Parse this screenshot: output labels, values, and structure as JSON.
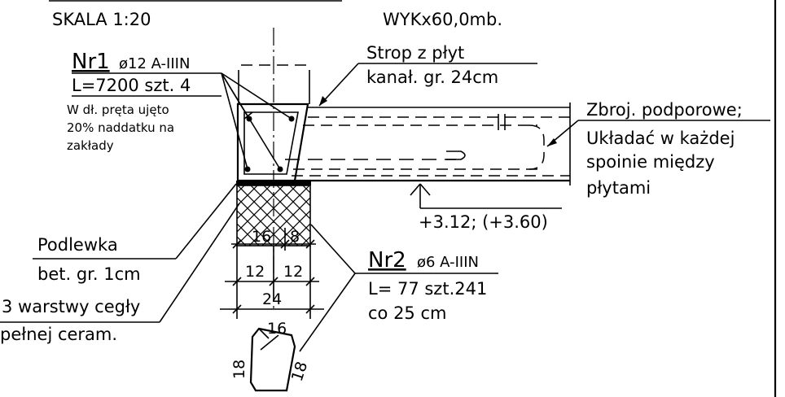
{
  "header": {
    "scale": "SKALA  1:20",
    "length": "WYKx60,0mb."
  },
  "bar1": {
    "name": "Nr1",
    "spec": "ø12 A-IIIN",
    "length_count": "L=7200  szt. 4",
    "note_lines": [
      "W dł. pręta ujęto",
      "20% naddatku na",
      "zakłady"
    ]
  },
  "slab": {
    "lines": [
      "Strop  z  płyt",
      "kanał.  gr.  24cm"
    ]
  },
  "support_rebar": {
    "lines": [
      "Zbroj.  podporowe;",
      "Układać  w  każdej",
      "spoinie  między",
      "płytami"
    ]
  },
  "level": "+3.12;  (+3.60)",
  "grout": {
    "lines": [
      "Podlewka",
      "bet.  gr.  1cm"
    ]
  },
  "brick": {
    "lines": [
      "3  warstwy  cegły",
      "pełnej  ceram."
    ]
  },
  "bar2": {
    "name": "Nr2",
    "spec": "ø6  A-IIIN",
    "length_count": "L=  77  szt.241",
    "spacing": "co  25  cm"
  },
  "dimensions": {
    "d16": "16",
    "d8": "8",
    "d12a": "12",
    "d12b": "12",
    "d24": "24",
    "stirrup_top": "16",
    "stirrup_left": "18",
    "stirrup_right": "18"
  }
}
